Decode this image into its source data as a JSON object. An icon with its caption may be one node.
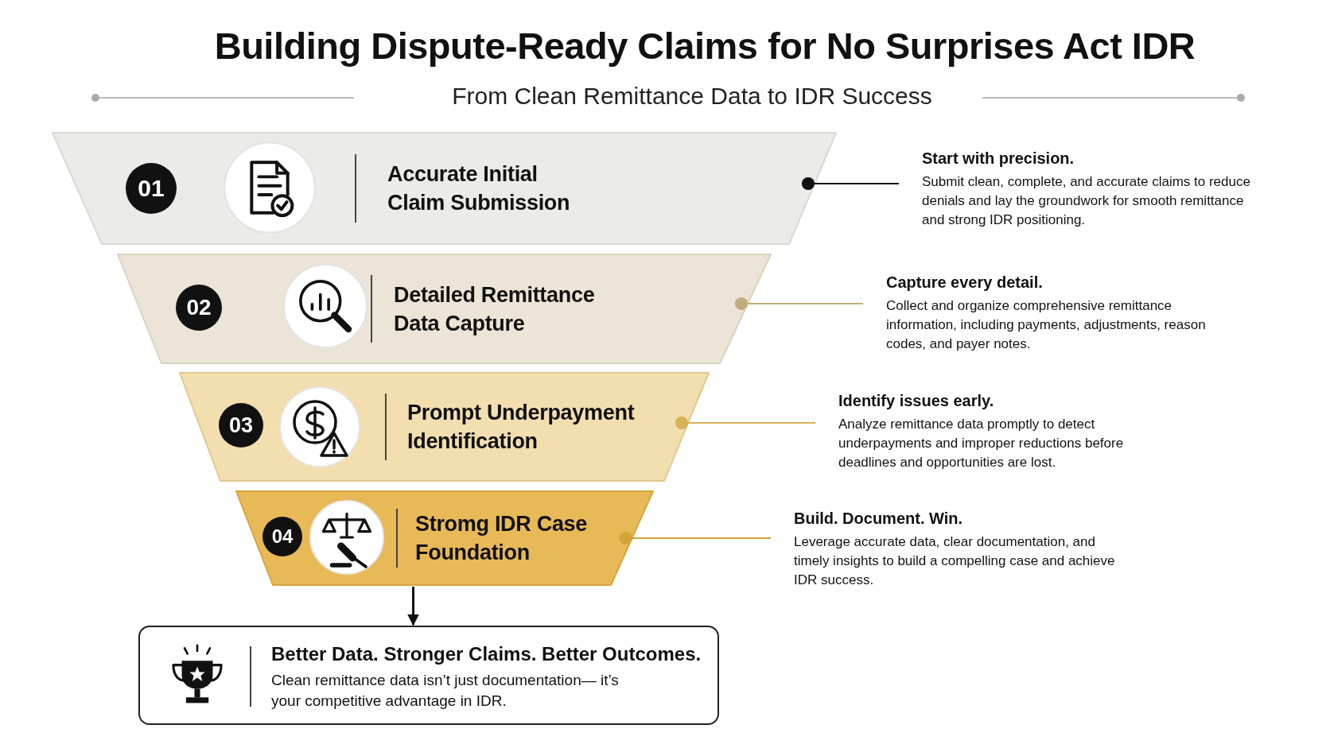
{
  "diagram": {
    "title": "Building Dispute-Ready Claims for No Surprises Act IDR",
    "nodes": [
      {
        "text": [
          "Accurate Initial Claim Submission"
        ]
      },
      {
        "text": [
          "01"
        ],
        "in": 0
      },
      {
        "text": [
          "Detailed Remittance Data Capture"
        ]
      },
      {
        "text": [
          "02"
        ],
        "in": 2
      },
      {
        "text": [
          "Prompt Underpayment Identification"
        ]
      },
      {
        "text": [
          "03"
        ],
        "in": 4
      },
      {
        "text": [
          "Stromg IDR Case Foundation"
        ]
      },
      {
        "text": [
          "04"
        ],
        "in": 6
      },
      {
        "text": [
          "Start with precision.",
          "Submit clean, complete, and accurate claims to reduce denials and lay the groundwork for smooth remittance and strong IDR positioning."
        ]
      },
      {
        "text": [
          "Capture every detail.",
          "Collect and organize comprehensive remittance information, including payments, adjustments, reason codes, and payer notes."
        ]
      },
      {
        "text": [
          "Identify issues early.",
          "Analyze remittance data promptly to detect underpayments and improper reductions before deadlines and opportunities are lost."
        ]
      },
      {
        "text": [
          "Build. Document. Win.",
          "Leverage accurate data, clear documentation, and timely insights to build a compelling case and achieve IDR success."
        ]
      },
      {
        "text": [
          "Better Data. Stronger Claims. Better Outcomes.",
          "Clean remittance data isn’t just documentation— it’s your competitive advantage in IDR."
        ]
      }
    ],
    "edges": [
      {
        "from": 0,
        "to": 8,
        "arrow": "other",
        "color": "#111111"
      },
      {
        "from": 2,
        "to": 9,
        "arrow": "other",
        "color": "#c2ad80"
      },
      {
        "from": 4,
        "to": 10,
        "arrow": "other",
        "color": "#d8b25a"
      },
      {
        "from": 6,
        "to": 11,
        "arrow": "other",
        "color": "#d2a43a"
      },
      {
        "from": 6,
        "to": 12,
        "arrow": "to"
      }
    ],
    "labels": [
      "From Clean Remittance Data to IDR Success"
    ]
  }
}
